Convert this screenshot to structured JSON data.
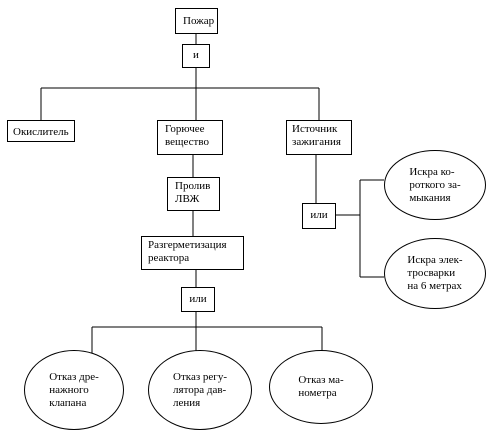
{
  "nodes": {
    "fire": "Пожар",
    "and_gate": "и",
    "oxidizer": "Окислитель",
    "fuel": "Горючее\nвещество",
    "ignition": "Источник\nзажигания",
    "spill": "Пролив\nЛВЖ",
    "depressurization": "Разгерметизация\nреактора",
    "or_gate_ignition": "или",
    "or_gate_reactor": "или",
    "spark_short": "Искра ко-\nроткого за-\nмыкания",
    "spark_welding": "Искра элек-\nтросварки\nна 6 метрах",
    "drain_valve": "Отказ дре-\nнажного\nклапана",
    "pressure_regulator": "Отказ регу-\nлятора дав-\nления",
    "manometer": "Отказ ма-\nнометра"
  }
}
